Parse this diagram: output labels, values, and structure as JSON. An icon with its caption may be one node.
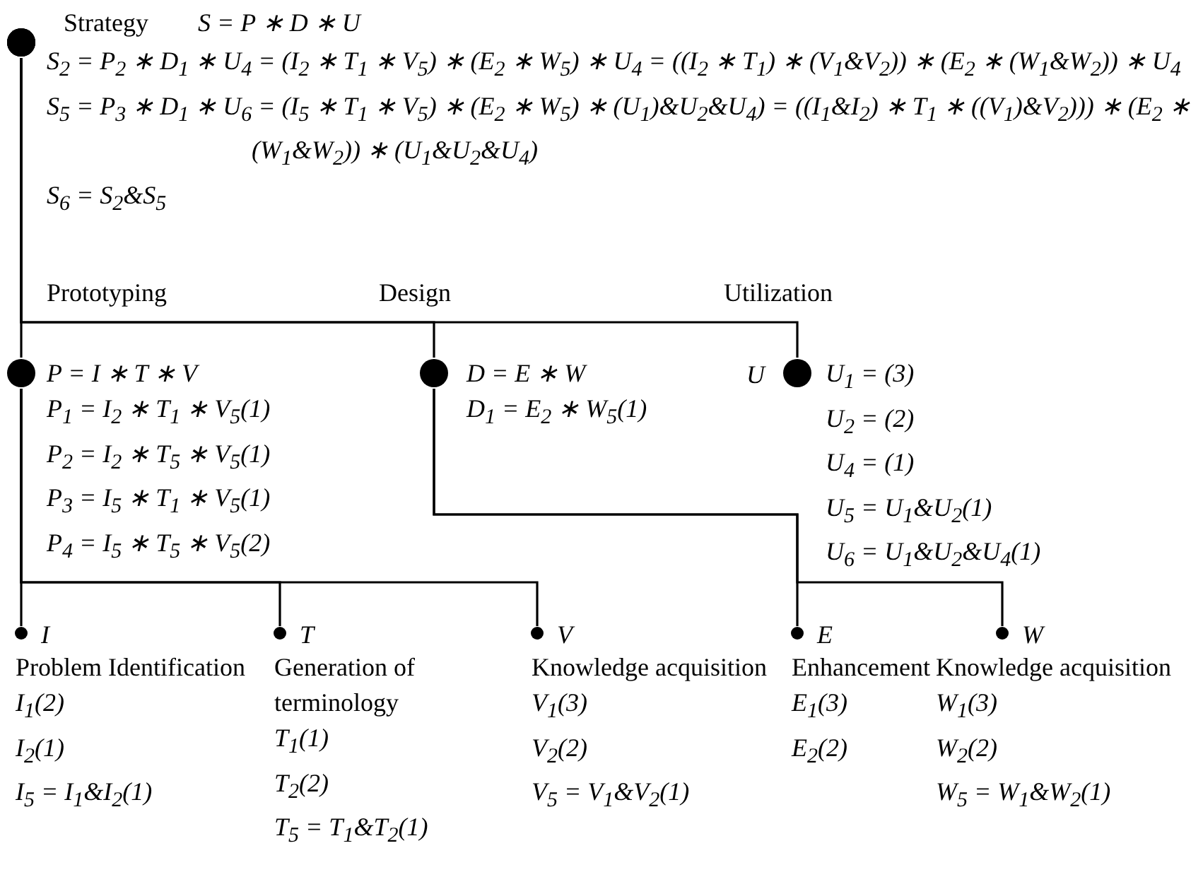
{
  "diagram": {
    "nodes": [
      {
        "text": [
          "Strategy",
          "S = P ∗ D ∗ U",
          "S$_{2}$ = P$_{2}$ ∗ D$_{1}$ ∗ U$_{4}$ = (I$_{2}$ ∗ T$_{1}$ ∗ V$_{5}$) ∗ (E$_{2}$ ∗ W$_{5}$) ∗ U$_{4}$ = ((I$_{2}$ ∗ T$_{1}$) ∗ (V$_{1}$&V$_{2}$)) ∗ (E$_{2}$ ∗ (W$_{1}$&W$_{2}$)) ∗ U$_{4}$",
          "S$_{5}$ = P$_{3}$ ∗ D$_{1}$ ∗ U$_{6}$ = (I$_{5}$ ∗ T$_{1}$ ∗ V$_{5}$) ∗ (E$_{2}$ ∗ W$_{5}$) ∗ (U$_{1}$)&U$_{2}$&U$_{4}$) = ((I$_{1}$&I$_{2}$) ∗ T$_{1}$ ∗ ((V$_{1}$)&V$_{2}$))) ∗ (E$_{2}$ ∗ (W$_{1}$&W$_{2}$)) ∗ (U$_{1}$&U$_{2}$&U$_{4}$)",
          "S$_{6}$ = S$_{2}$&S$_{5}$"
        ]
      },
      {
        "text": [
          "Prototyping",
          "P = I ∗ T ∗ V",
          "P$_{1}$ = I$_{2}$ ∗ T$_{1}$ ∗ V$_{5}$(1)",
          "P$_{2}$ = I$_{2}$ ∗ T$_{5}$ ∗ V$_{5}$(1)",
          "P$_{3}$ = I$_{5}$ ∗ T$_{1}$ ∗ V$_{5}$(1)",
          "P$_{4}$ = I$_{5}$ ∗ T$_{5}$ ∗ V$_{5}$(2)"
        ]
      },
      {
        "text": [
          "Design",
          "D = E ∗ W",
          "D$_{1}$ = E$_{2}$ ∗ W$_{5}$(1)"
        ]
      },
      {
        "text": [
          "Utilization",
          "U",
          "U$_{1}$ = (3)",
          "U$_{2}$ = (2)",
          "U$_{4}$ = (1)",
          "U$_{5}$ = U$_{1}$&U$_{2}$(1)",
          "U$_{6}$ = U$_{1}$&U$_{2}$&U$_{4}$(1)"
        ]
      },
      {
        "text": [
          "I",
          "Problem Identification",
          "I$_{1}$(2)",
          "I$_{2}$(1)",
          "I$_{5}$ = I$_{1}$&I$_{2}$(1)"
        ]
      },
      {
        "text": [
          "T",
          "Generation of terminology",
          "T$_{1}$(1)",
          "T$_{2}$(2)",
          "T$_{5}$ = T$_{1}$&T$_{2}$(1)"
        ]
      },
      {
        "text": [
          "V",
          "Knowledge acquisition",
          "V$_{1}$(3)",
          "V$_{2}$(2)",
          "V$_{5}$ = V$_{1}$&V$_{2}$(1)"
        ]
      },
      {
        "text": [
          "E",
          "Enhancement",
          "E$_{1}$(3)",
          "E$_{2}$(2)"
        ]
      },
      {
        "text": [
          "W",
          "Knowledge acquisition",
          "W$_{1}$(3)",
          "W$_{2}$(2)",
          "W$_{5}$ = W$_{1}$&W$_{2}$(1)"
        ]
      }
    ],
    "edges": [
      {
        "from": 0,
        "to": 1,
        "arrow": "other"
      },
      {
        "from": 0,
        "to": 2,
        "arrow": "other"
      },
      {
        "from": 0,
        "to": 3,
        "arrow": "other"
      },
      {
        "from": 1,
        "to": 4,
        "arrow": "other"
      },
      {
        "from": 1,
        "to": 5,
        "arrow": "other"
      },
      {
        "from": 1,
        "to": 6,
        "arrow": "other"
      },
      {
        "from": 2,
        "to": 7,
        "arrow": "other"
      },
      {
        "from": 2,
        "to": 8,
        "arrow": "other"
      }
    ]
  }
}
